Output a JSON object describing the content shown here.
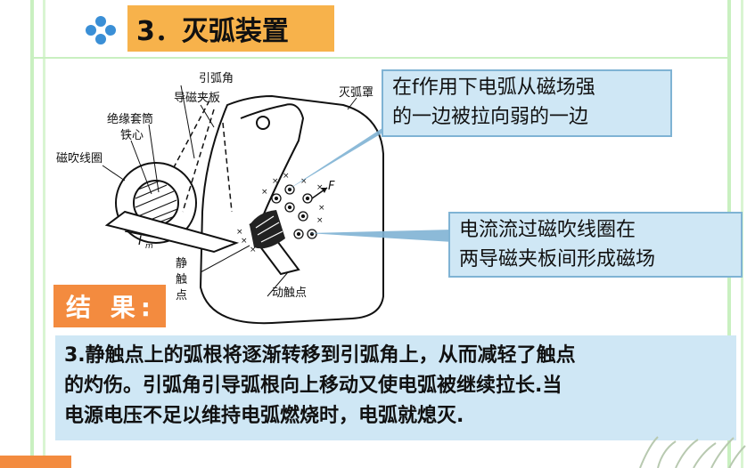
{
  "title": "3．灭弧装置",
  "labels": {
    "arc_horn": "引弧角",
    "magnetic_plate": "导磁夹板",
    "insulating_sleeve": "绝缘套筒",
    "iron_core": "铁心",
    "blowout_coil": "磁吹线圈",
    "arc_chute": "灭弧罩",
    "current_main": "I",
    "current_sub": "m",
    "force": "F",
    "static_contact": "静触点",
    "moving_contact": "动触点"
  },
  "callouts": {
    "force_line1": "在f作用下电弧从磁场强",
    "force_line2": "的一边被拉向弱的一边",
    "field_line1": "电流流过磁吹线圈在",
    "field_line2": "两导磁夹板间形成磁场"
  },
  "result": {
    "tag": "结 果:",
    "line1": "3.静触点上的弧根将逐渐转移到引弧角上，从而减轻了触点",
    "line2": "的灼伤。引弧角引导弧根向上移动又使电弧被继续拉长.当",
    "line3": "电源电压不足以维持电弧燃烧时，电弧就熄灭."
  },
  "colors": {
    "title_bg": "#f7b24b",
    "result_tag_bg": "#f38b3f",
    "callout_bg": "#cfe7f5",
    "rail": "#c9f0c0",
    "flower": "#3a8fd6"
  }
}
